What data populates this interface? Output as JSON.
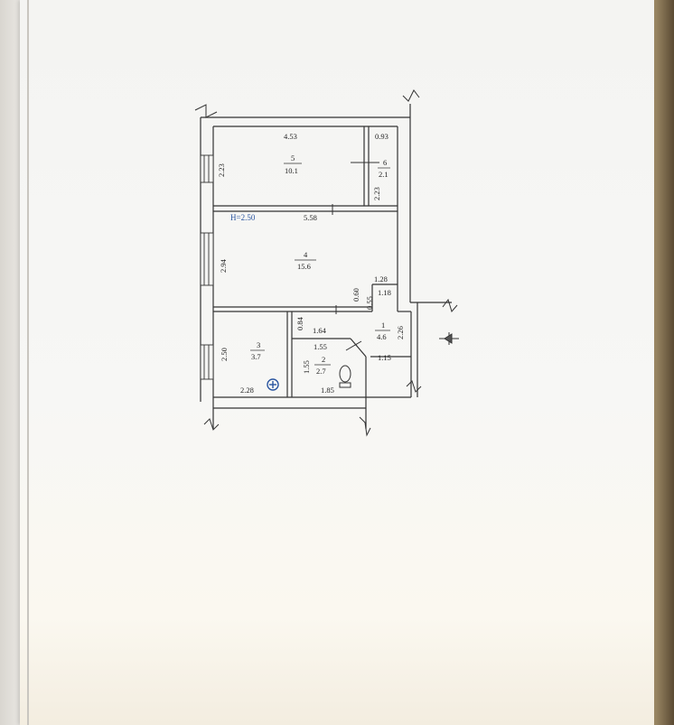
{
  "plan": {
    "ceiling_height": "H=2.50",
    "rooms": [
      {
        "number": "5",
        "area": "10.1",
        "width": "4.53",
        "height": "2.23"
      },
      {
        "number": "6",
        "area": "2.1",
        "width": "0.93",
        "height": "2.23"
      },
      {
        "number": "4",
        "area": "15.6",
        "width": "5.58",
        "height": "2.94"
      },
      {
        "number": "1",
        "area": "4.6",
        "dim_a": "1.28",
        "dim_b": "1.18",
        "dim_c": "2.26",
        "dim_d": "1.15"
      },
      {
        "number": "3",
        "area": "3.7",
        "width": "2.28",
        "height": "2.50"
      },
      {
        "number": "2",
        "area": "2.7",
        "width": "1.55",
        "height": "1.55",
        "width_bottom": "1.85"
      }
    ],
    "extra_dims": {
      "d060": "0.60",
      "d055": "0.55",
      "d084": "0.84",
      "d164": "1.64"
    }
  },
  "colors": {
    "line": "#333333",
    "accent": "#2a55a0"
  }
}
